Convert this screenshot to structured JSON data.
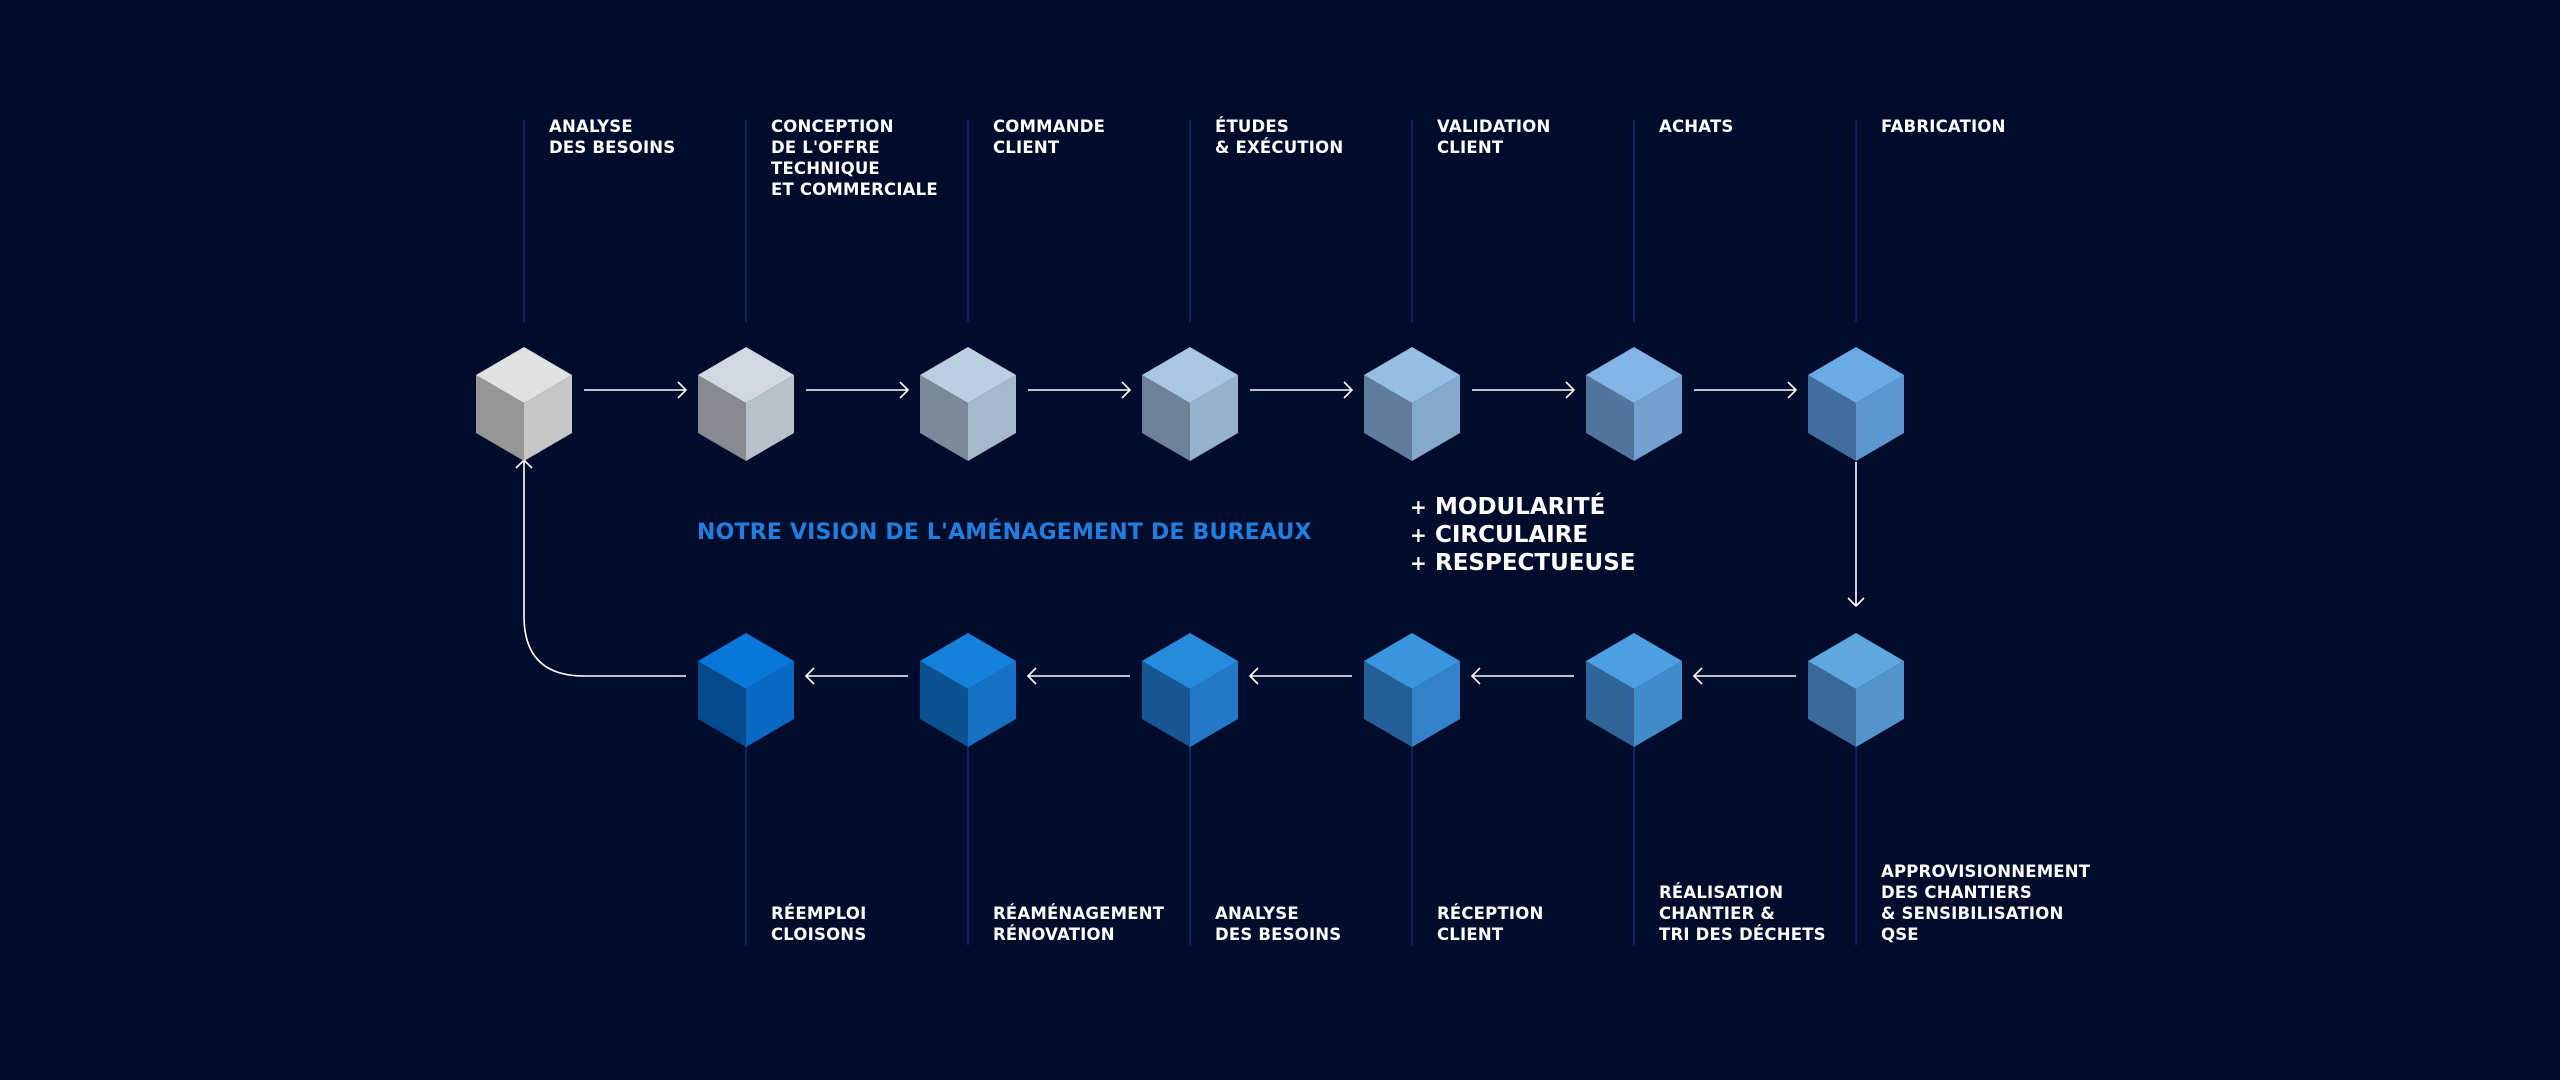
{
  "colors": {
    "background": "#000c2c",
    "accent_title": "#1f7fe0",
    "guide_line": "#0c2462",
    "arrow": "#ffffff"
  },
  "title": "NOTRE VISION DE L'AMÉNAGEMENT DE BUREAUX",
  "values": [
    {
      "prefix": "+",
      "text": "MODULARITÉ"
    },
    {
      "prefix": "+",
      "text": "CIRCULAIRE"
    },
    {
      "prefix": "+",
      "text": "RESPECTUEUSE"
    }
  ],
  "top_steps": [
    {
      "lines": [
        "ANALYSE",
        "DES BESOINS"
      ],
      "cube": {
        "top": "#e1e1e1",
        "left": "#969696",
        "right": "#c6c6c6"
      }
    },
    {
      "lines": [
        "CONCEPTION",
        "DE L'OFFRE",
        "TECHNIQUE",
        "ET COMMERCIALE"
      ],
      "cube": {
        "top": "#d0d9e2",
        "left": "#868b93",
        "right": "#b7c1ca"
      }
    },
    {
      "lines": [
        "COMMANDE",
        "CLIENT"
      ],
      "cube": {
        "top": "#bccfe0",
        "left": "#7b8a99",
        "right": "#a6b9cb"
      }
    },
    {
      "lines": [
        "ÉTUDES",
        "& EXÉCUTION"
      ],
      "cube": {
        "top": "#a8c7e2",
        "left": "#6d8299",
        "right": "#95b1cc"
      }
    },
    {
      "lines": [
        "VALIDATION",
        "CLIENT"
      ],
      "cube": {
        "top": "#95bee3",
        "left": "#5f7c9c",
        "right": "#84a9cd"
      }
    },
    {
      "lines": [
        "ACHATS"
      ],
      "cube": {
        "top": "#82b5e5",
        "left": "#51759d",
        "right": "#74a0cf"
      }
    },
    {
      "lines": [
        "FABRICATION"
      ],
      "cube": {
        "top": "#6aabe6",
        "left": "#426e9f",
        "right": "#5e97cf"
      }
    }
  ],
  "bottom_steps": [
    {
      "lines": [
        "RÉEMPLOI",
        "CLOISONS"
      ],
      "cube": {
        "top": "#0877d9",
        "left": "#044a8a",
        "right": "#0a69c2"
      }
    },
    {
      "lines": [
        "RÉAMÉNAGEMENT",
        "RÉNOVATION"
      ],
      "cube": {
        "top": "#1581db",
        "left": "#0b508f",
        "right": "#1571c6"
      }
    },
    {
      "lines": [
        "ANALYSE",
        "DES BESOINS"
      ],
      "cube": {
        "top": "#268bdd",
        "left": "#175693",
        "right": "#2379c8"
      }
    },
    {
      "lines": [
        "RÉCEPTION",
        "CLIENT"
      ],
      "cube": {
        "top": "#3996de",
        "left": "#245e96",
        "right": "#3382c9"
      }
    },
    {
      "lines": [
        "RÉALISATION",
        "CHANTIER &",
        "TRI DES DÉCHETS"
      ],
      "cube": {
        "top": "#4c9fe0",
        "left": "#2e6498",
        "right": "#438cca"
      }
    },
    {
      "lines": [
        "APPROVISIONNEMENT",
        "DES CHANTIERS",
        "& SENSIBILISATION",
        "QSE"
      ],
      "cube": {
        "top": "#5ea7df",
        "left": "#3a6a99",
        "right": "#5394ca"
      }
    }
  ]
}
